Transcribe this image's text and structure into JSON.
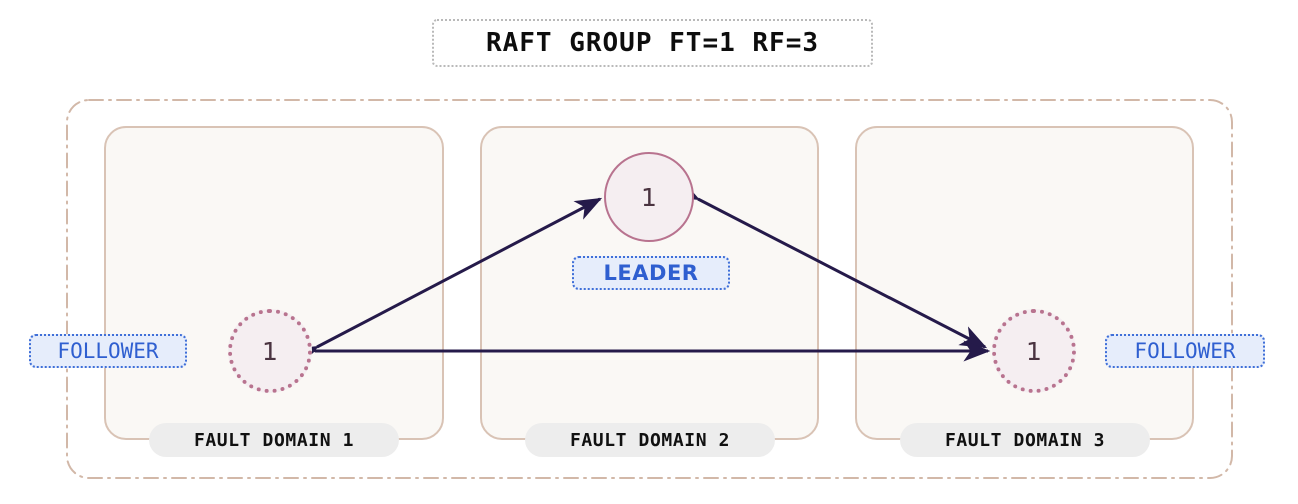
{
  "diagram": {
    "title": "RAFT GROUP FT=1 RF=3",
    "colors": {
      "background": "#ffffff",
      "outer_border": "#d9c3b5",
      "fault_domain_border": "#d9c3b5",
      "fault_domain_fill": "#faf8f5",
      "node_fill": "#f5eef1",
      "node_border": "#b8738f",
      "node_label": "#4a3340",
      "edge": "#251a4a",
      "role_badge_text": "#2f5fd0",
      "role_badge_fill": "#e6edfb",
      "role_badge_border": "#3f6fd8",
      "fault_domain_pill_fill": "#ededed",
      "title_text": "#0d0d0d",
      "title_border": "#b9b9b9"
    },
    "fault_domains": [
      {
        "label": "FAULT DOMAIN 1"
      },
      {
        "label": "FAULT DOMAIN 2"
      },
      {
        "label": "FAULT DOMAIN 3"
      }
    ],
    "nodes": [
      {
        "id": "leader",
        "value": "1",
        "role": "LEADER",
        "domain": "FAULT DOMAIN 2",
        "border_style": "solid"
      },
      {
        "id": "follower-1",
        "value": "1",
        "role": "FOLLOWER",
        "domain": "FAULT DOMAIN 1",
        "border_style": "dotted"
      },
      {
        "id": "follower-3",
        "value": "1",
        "role": "FOLLOWER",
        "domain": "FAULT DOMAIN 3",
        "border_style": "dotted"
      }
    ],
    "edges": [
      {
        "from": "follower-1",
        "to": "leader",
        "direction": "bidirectional"
      },
      {
        "from": "follower-3",
        "to": "leader",
        "direction": "bidirectional"
      },
      {
        "from": "follower-1",
        "to": "follower-3",
        "direction": "bidirectional"
      }
    ]
  }
}
